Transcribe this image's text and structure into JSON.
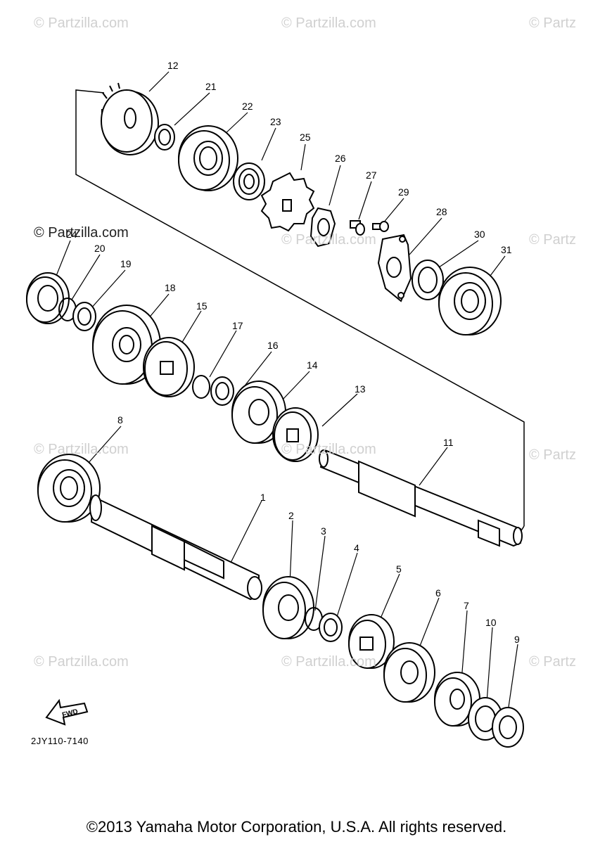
{
  "watermarks": [
    "© Partzilla.com",
    "© Partzilla.com",
    "© Partz",
    "© Partzilla.com",
    "© Partzilla.com",
    "© Partz",
    "© Partzilla.com",
    "© Partzilla.com",
    "© Partz",
    "© Partzilla.com",
    "© Partzilla.com",
    "© Partz"
  ],
  "part_labels": [
    "1",
    "2",
    "3",
    "4",
    "5",
    "6",
    "7",
    "8",
    "9",
    "10",
    "11",
    "12",
    "13",
    "14",
    "15",
    "16",
    "17",
    "18",
    "19",
    "20",
    "21",
    "22",
    "23",
    "24",
    "25",
    "26",
    "27",
    "28",
    "29",
    "30",
    "31"
  ],
  "arrow_label": "FWD",
  "diagram_code": "2JY110-7140",
  "copyright": "©2013 Yamaha Motor Corporation, U.S.A. All rights reserved."
}
